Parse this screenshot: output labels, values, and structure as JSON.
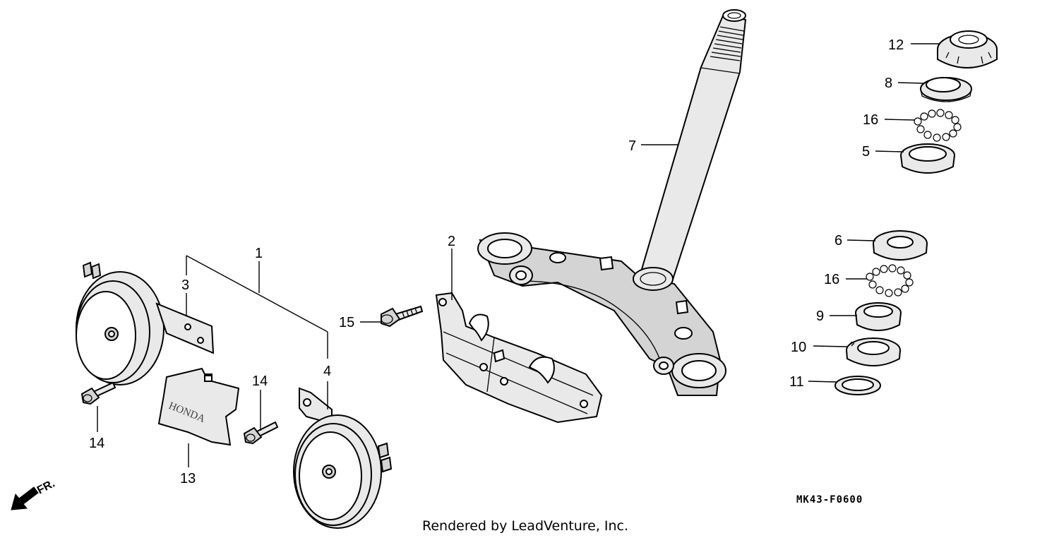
{
  "diagram": {
    "callouts": {
      "c1": "1",
      "c2": "2",
      "c3": "3",
      "c4": "4",
      "c5": "5",
      "c6": "6",
      "c7": "7",
      "c8": "8",
      "c9": "9",
      "c10": "10",
      "c11": "11",
      "c12": "12",
      "c13": "13",
      "c14a": "14",
      "c14b": "14",
      "c15": "15",
      "c16a": "16",
      "c16b": "16"
    },
    "horn_cover_brand": "HONDA",
    "front_indicator": "FR.",
    "diagram_code": "MK43-F0600",
    "credit": "Rendered by LeadVenture, Inc."
  }
}
